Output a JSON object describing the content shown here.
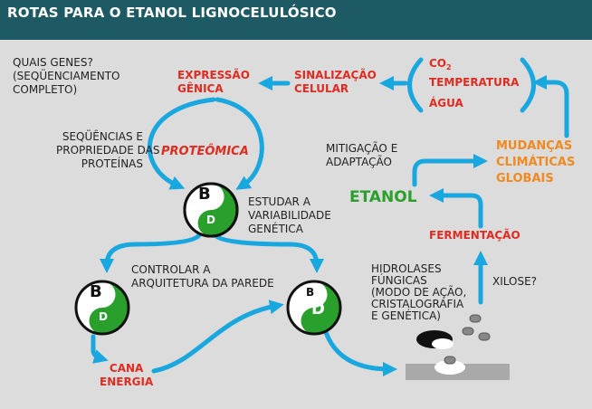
{
  "title": "ROTAS PARA O ETANOL LIGNOCELULÓSICO",
  "colors": {
    "header": "#1d5a63",
    "background": "#dcdcdc",
    "arrow": "#19a7df",
    "red": "#e02b20",
    "green": "#2aa02c",
    "orange": "#f08a1f",
    "dark": "#222222"
  },
  "labels": {
    "quais_genes": [
      "QUAIS GENES?",
      "(SEQÜENCIAMENTO",
      "COMPLETO)"
    ],
    "expressao": [
      "EXPRESSÃO",
      "GÊNICA"
    ],
    "sinalizacao": [
      "SINALIZAÇÃO",
      "CELULAR"
    ],
    "co2": "CO",
    "co2_sub": "2",
    "temperatura": "TEMPERATURA",
    "agua": "ÁGUA",
    "sequencias": [
      "SEQÜÊNCIAS E",
      "PROPRIEDADE DAS",
      "PROTEÍNAS"
    ],
    "proteomica": "PROTEÔMICA",
    "mitigacao": [
      "MITIGAÇÃO E",
      "ADAPTAÇÃO"
    ],
    "mudancas": [
      "MUDANÇAS",
      "CLIMÁTICAS",
      "GLOBAIS"
    ],
    "estudar": [
      "ESTUDAR A",
      "VARIABILIDADE",
      "GENÉTICA"
    ],
    "etanol": "ETANOL",
    "fermentacao": "FERMENTAÇÃO",
    "controlar": [
      "CONTROLAR A",
      "ARQUITETURA DA PAREDE"
    ],
    "hidrolases": [
      "HIDROLASES",
      "FÚNGICAS",
      "(MODO DE AÇÃO,",
      "CRISTALOGRAFIA",
      "E GENÉTICA)"
    ],
    "xilose": "XILOSE?",
    "cana": [
      "CANA",
      "ENERGIA"
    ]
  },
  "symbols": {
    "top": {
      "b": "B",
      "d": "D"
    },
    "left": {
      "b": "B",
      "d": "D"
    },
    "right": {
      "b": "B",
      "d": "D"
    }
  }
}
